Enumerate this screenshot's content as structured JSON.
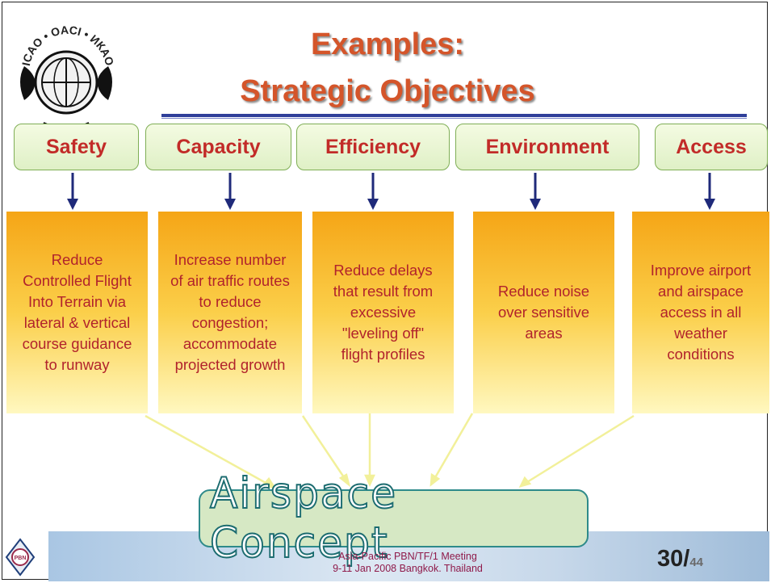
{
  "title": {
    "line1": "Examples:",
    "line2": "Strategic Objectives"
  },
  "logo": {
    "name": "icao-emblem",
    "text": "ICAO • OACI • ИКАО"
  },
  "categories": [
    {
      "label": "Safety",
      "text": [
        "Reduce",
        "Controlled Flight",
        "Into Terrain via",
        "lateral & vertical",
        "course guidance",
        "to runway"
      ]
    },
    {
      "label": "Capacity",
      "text": [
        "Increase number",
        "of air traffic routes",
        "to reduce",
        "congestion;",
        "accommodate",
        "projected growth"
      ]
    },
    {
      "label": "Efficiency",
      "text": [
        "Reduce  delays",
        "that result from",
        "excessive",
        "\"leveling off\"",
        "flight profiles"
      ]
    },
    {
      "label": "Environment",
      "text": [
        "Reduce noise",
        "over sensitive",
        "areas"
      ]
    },
    {
      "label": "Access",
      "text": [
        "Improve airport",
        "and airspace",
        "access in all",
        "weather",
        "conditions"
      ]
    }
  ],
  "concept": {
    "label": "Airspace Concept"
  },
  "footer": {
    "line1": "Asia-Pacific PBN/TF/1 Meeting",
    "line2": "9-11 Jan 2008  Bangkok. Thailand"
  },
  "page": {
    "current": "30/",
    "total": "44"
  },
  "colors": {
    "title": "#d4552a",
    "category_text": "#c22b28",
    "arrow": "#1f2a7a",
    "box_top": "#f5a516",
    "box_bottom": "#fff8c0",
    "funnel": "#f4f29a",
    "concept_fill": "#d6e8c4",
    "concept_border": "#2e8a8a"
  }
}
